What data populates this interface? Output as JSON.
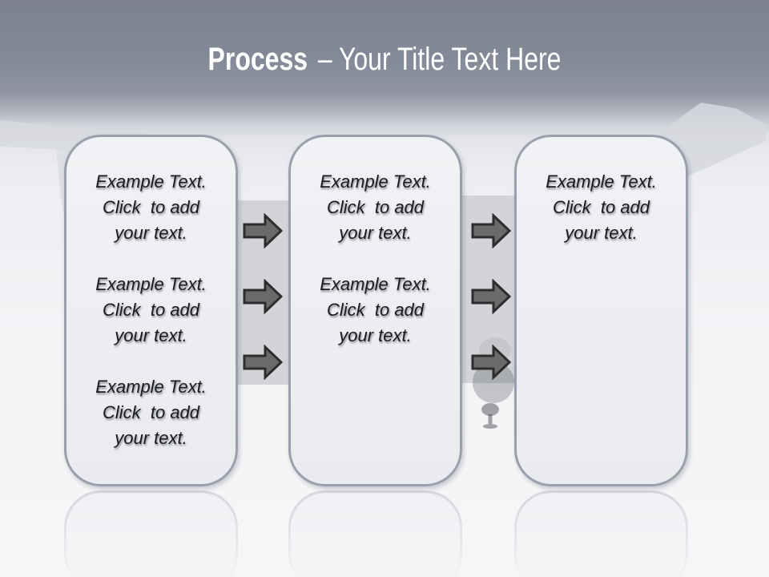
{
  "slide": {
    "title": {
      "keyword": "Process",
      "separator_and_text": "– Your Title Text Here"
    }
  },
  "process": {
    "boxes": [
      {
        "id": "step-1",
        "blocks": [
          "Example Text.\nClick  to add\nyour text.",
          "Example Text.\nClick  to add\nyour text.",
          "Example Text.\nClick  to add\nyour text."
        ]
      },
      {
        "id": "step-2",
        "blocks": [
          "Example Text.\nClick  to add\nyour text.",
          "Example Text.\nClick  to add\nyour text."
        ]
      },
      {
        "id": "step-3",
        "blocks": [
          "Example Text.\nClick  to add\nyour text."
        ]
      }
    ],
    "arrow_icon": "arrow-right-icon",
    "arrows_per_gap": 3
  },
  "colors": {
    "background_top": "#7d8290",
    "background_bottom": "#f7f7f9",
    "title_text": "#ffffff",
    "box_fill": "#ebedf0",
    "box_border": "#9aa0ab",
    "box_text": "#1b1b1d",
    "arrow_fill": "#6a6a6a",
    "arrow_outline": "#2d2d2d",
    "background_band": "#d2d4d9"
  }
}
